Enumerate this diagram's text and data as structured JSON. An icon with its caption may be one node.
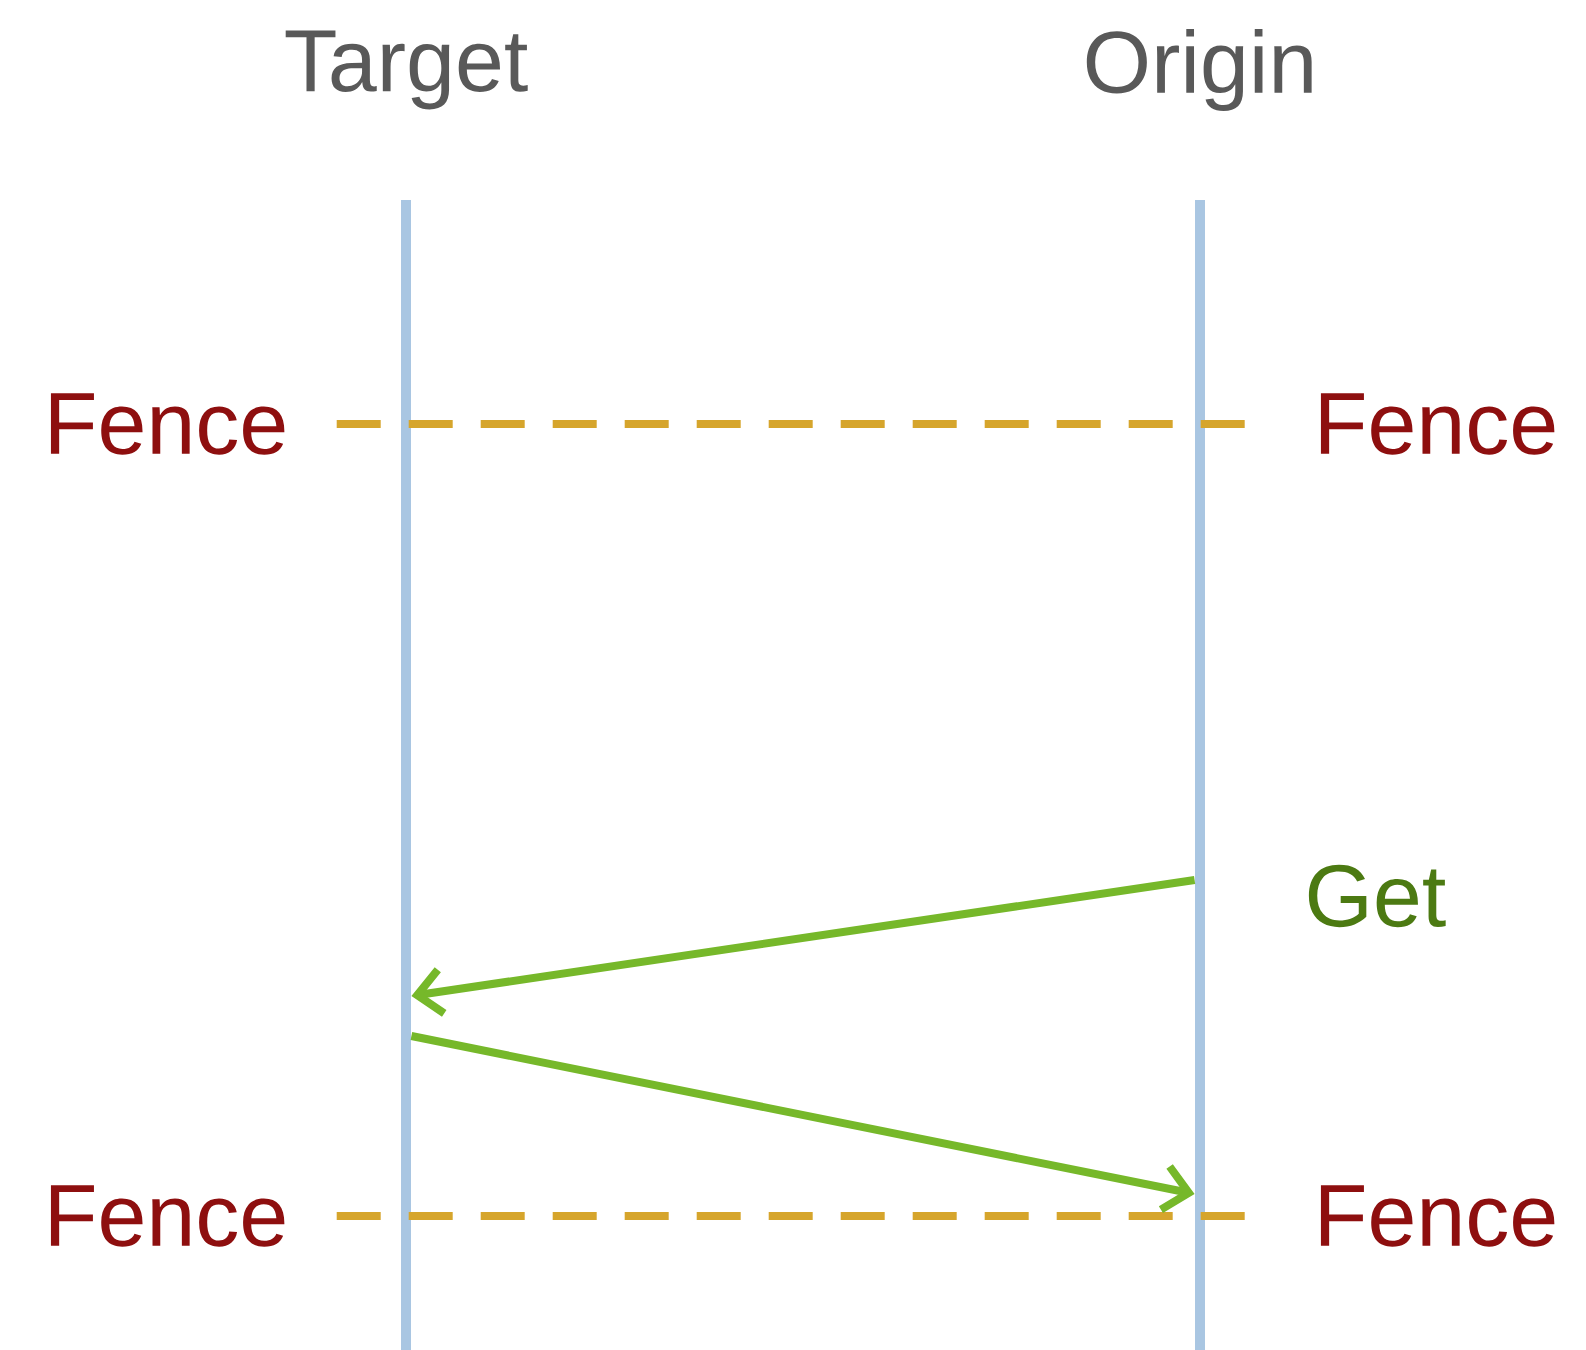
{
  "diagram": {
    "nodes": [
      {
        "text": [
          "Target"
        ]
      },
      {
        "text": [
          "Origin"
        ]
      },
      {
        "text": [
          "Fence"
        ]
      },
      {
        "text": [
          "Fence"
        ]
      },
      {
        "text": [
          "Fence"
        ]
      },
      {
        "text": [
          "Fence"
        ]
      }
    ],
    "edges": [
      {
        "from": 2,
        "to": 3,
        "arrow": "none",
        "style": "dashed",
        "color": "#d6a52c"
      },
      {
        "from": 4,
        "to": 5,
        "arrow": "none",
        "style": "dashed",
        "color": "#d6a52c"
      },
      {
        "from": 1,
        "to": 0,
        "arrow": "to",
        "label": "Get",
        "color": "#76b82a"
      },
      {
        "from": 0,
        "to": 1,
        "arrow": "to",
        "color": "#76b82a"
      }
    ]
  }
}
